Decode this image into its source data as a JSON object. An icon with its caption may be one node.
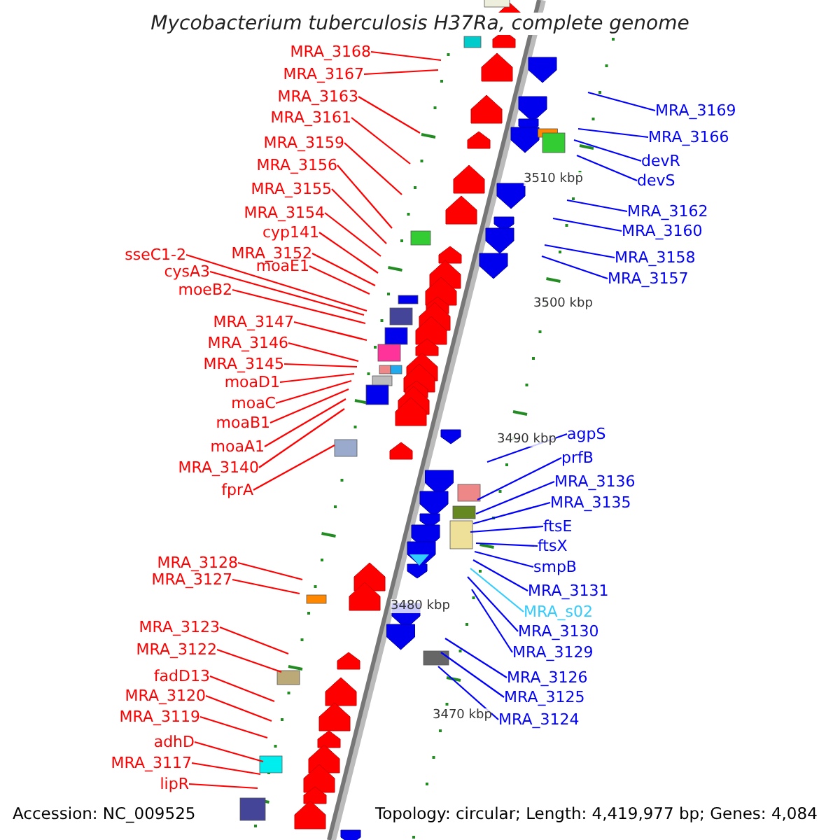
{
  "diagram": {
    "title": "Mycobacterium tuberculosis H37Ra, complete genome",
    "nodes": [
      {
        "text": [
          "MRA_3168"
        ]
      },
      {
        "text": [
          "MRA_3167"
        ]
      },
      {
        "text": [
          "MRA_3163"
        ]
      },
      {
        "text": [
          "MRA_3161"
        ]
      },
      {
        "text": [
          "MRA_3159"
        ]
      },
      {
        "text": [
          "MRA_3156"
        ]
      },
      {
        "text": [
          "MRA_3155"
        ]
      },
      {
        "text": [
          "MRA_3154"
        ]
      },
      {
        "text": [
          "cyp141"
        ]
      },
      {
        "text": [
          "MRA_3152"
        ]
      },
      {
        "text": [
          "sseC1-2"
        ]
      },
      {
        "text": [
          "cysA3"
        ]
      },
      {
        "text": [
          "moaE1"
        ]
      },
      {
        "text": [
          "moeB2"
        ]
      },
      {
        "text": [
          "MRA_3147"
        ]
      },
      {
        "text": [
          "MRA_3146"
        ]
      },
      {
        "text": [
          "MRA_3145"
        ]
      },
      {
        "text": [
          "moaD1"
        ]
      },
      {
        "text": [
          "moaC"
        ]
      },
      {
        "text": [
          "moaB1"
        ]
      },
      {
        "text": [
          "moaA1"
        ]
      },
      {
        "text": [
          "MRA_3140"
        ]
      },
      {
        "text": [
          "fprA"
        ]
      },
      {
        "text": [
          "MRA_3128"
        ]
      },
      {
        "text": [
          "MRA_3127"
        ]
      },
      {
        "text": [
          "MRA_3123"
        ]
      },
      {
        "text": [
          "MRA_3122"
        ]
      },
      {
        "text": [
          "fadD13"
        ]
      },
      {
        "text": [
          "MRA_3120"
        ]
      },
      {
        "text": [
          "MRA_3119"
        ]
      },
      {
        "text": [
          "adhD"
        ]
      },
      {
        "text": [
          "MRA_3117"
        ]
      },
      {
        "text": [
          "lipR"
        ]
      },
      {
        "text": [
          "MRA_3169"
        ]
      },
      {
        "text": [
          "MRA_3166"
        ]
      },
      {
        "text": [
          "devR"
        ]
      },
      {
        "text": [
          "devS"
        ]
      },
      {
        "text": [
          "MRA_3162"
        ]
      },
      {
        "text": [
          "MRA_3160"
        ]
      },
      {
        "text": [
          "MRA_3158"
        ]
      },
      {
        "text": [
          "MRA_3157"
        ]
      },
      {
        "text": [
          "agpS"
        ]
      },
      {
        "text": [
          "prfB"
        ]
      },
      {
        "text": [
          "MRA_3136"
        ]
      },
      {
        "text": [
          "MRA_3135"
        ]
      },
      {
        "text": [
          "ftsE"
        ]
      },
      {
        "text": [
          "ftsX"
        ]
      },
      {
        "text": [
          "smpB"
        ]
      },
      {
        "text": [
          "MRA_3131"
        ]
      },
      {
        "text": [
          "MRA_s02"
        ]
      },
      {
        "text": [
          "MRA_3130"
        ]
      },
      {
        "text": [
          "MRA_3129"
        ]
      },
      {
        "text": [
          "MRA_3126"
        ]
      },
      {
        "text": [
          "MRA_3125"
        ]
      },
      {
        "text": [
          "MRA_3124"
        ]
      }
    ],
    "edges": [
      {
        "from": 0,
        "to": null,
        "arrow": "none"
      },
      {
        "from": 1,
        "to": null,
        "arrow": "none"
      },
      {
        "from": 2,
        "to": null,
        "arrow": "none"
      },
      {
        "from": 3,
        "to": null,
        "arrow": "none"
      },
      {
        "from": 4,
        "to": null,
        "arrow": "none"
      },
      {
        "from": 5,
        "to": null,
        "arrow": "none"
      },
      {
        "from": 6,
        "to": null,
        "arrow": "none"
      },
      {
        "from": 7,
        "to": null,
        "arrow": "none"
      },
      {
        "from": 8,
        "to": null,
        "arrow": "none"
      },
      {
        "from": 9,
        "to": null,
        "arrow": "none"
      },
      {
        "from": 10,
        "to": null,
        "arrow": "none"
      },
      {
        "from": 11,
        "to": null,
        "arrow": "none"
      },
      {
        "from": 12,
        "to": null,
        "arrow": "none"
      },
      {
        "from": 13,
        "to": null,
        "arrow": "none"
      },
      {
        "from": 14,
        "to": null,
        "arrow": "none"
      },
      {
        "from": 15,
        "to": null,
        "arrow": "none"
      },
      {
        "from": 16,
        "to": null,
        "arrow": "none"
      },
      {
        "from": 17,
        "to": null,
        "arrow": "none"
      },
      {
        "from": 18,
        "to": null,
        "arrow": "none"
      },
      {
        "from": 19,
        "to": null,
        "arrow": "none"
      },
      {
        "from": 20,
        "to": null,
        "arrow": "none"
      },
      {
        "from": 21,
        "to": null,
        "arrow": "none"
      },
      {
        "from": 22,
        "to": null,
        "arrow": "none"
      },
      {
        "from": 23,
        "to": null,
        "arrow": "none"
      },
      {
        "from": 24,
        "to": null,
        "arrow": "none"
      },
      {
        "from": 25,
        "to": null,
        "arrow": "none"
      },
      {
        "from": 26,
        "to": null,
        "arrow": "none"
      },
      {
        "from": 27,
        "to": null,
        "arrow": "none"
      },
      {
        "from": 28,
        "to": null,
        "arrow": "none"
      },
      {
        "from": 29,
        "to": null,
        "arrow": "none"
      },
      {
        "from": 30,
        "to": null,
        "arrow": "none"
      },
      {
        "from": 31,
        "to": null,
        "arrow": "none"
      },
      {
        "from": 32,
        "to": null,
        "arrow": "none"
      },
      {
        "from": 33,
        "to": null,
        "arrow": "none",
        "color": "#0000ff"
      },
      {
        "from": 34,
        "to": null,
        "arrow": "none",
        "color": "#0000ff"
      },
      {
        "from": 35,
        "to": null,
        "arrow": "none",
        "color": "#0000ff"
      },
      {
        "from": 36,
        "to": null,
        "arrow": "none",
        "color": "#0000ff"
      },
      {
        "from": 37,
        "to": null,
        "arrow": "none",
        "color": "#0000ff"
      },
      {
        "from": 38,
        "to": null,
        "arrow": "none",
        "color": "#0000ff"
      },
      {
        "from": 39,
        "to": null,
        "arrow": "none",
        "color": "#0000ff"
      },
      {
        "from": 40,
        "to": null,
        "arrow": "none",
        "color": "#0000ff"
      },
      {
        "from": 41,
        "to": null,
        "arrow": "none",
        "color": "#0000ff"
      },
      {
        "from": 42,
        "to": null,
        "arrow": "none",
        "color": "#0000ff"
      },
      {
        "from": 43,
        "to": null,
        "arrow": "none",
        "color": "#0000ff"
      },
      {
        "from": 44,
        "to": null,
        "arrow": "none",
        "color": "#0000ff"
      },
      {
        "from": 45,
        "to": null,
        "arrow": "none",
        "color": "#0000ff"
      },
      {
        "from": 46,
        "to": null,
        "arrow": "none",
        "color": "#0000ff"
      },
      {
        "from": 47,
        "to": null,
        "arrow": "none",
        "color": "#0000ff"
      },
      {
        "from": 48,
        "to": null,
        "arrow": "none",
        "color": "#0000ff"
      },
      {
        "from": 49,
        "to": null,
        "arrow": "none",
        "color": "#33ccff"
      },
      {
        "from": 50,
        "to": null,
        "arrow": "none",
        "color": "#0000ff"
      },
      {
        "from": 51,
        "to": null,
        "arrow": "none",
        "color": "#0000ff"
      },
      {
        "from": 52,
        "to": null,
        "arrow": "none",
        "color": "#0000ff"
      },
      {
        "from": 53,
        "to": null,
        "arrow": "none",
        "color": "#0000ff"
      },
      {
        "from": 54,
        "to": null,
        "arrow": "none",
        "color": "#0000ff"
      }
    ],
    "labels": [
      "3510 kbp",
      "3500 kbp",
      "3490 kbp",
      "3480 kbp",
      "3470 kbp",
      "Accession: NC_009525",
      "Topology: circular; Length: 4,419,977 bp; Genes: 4,084"
    ]
  }
}
